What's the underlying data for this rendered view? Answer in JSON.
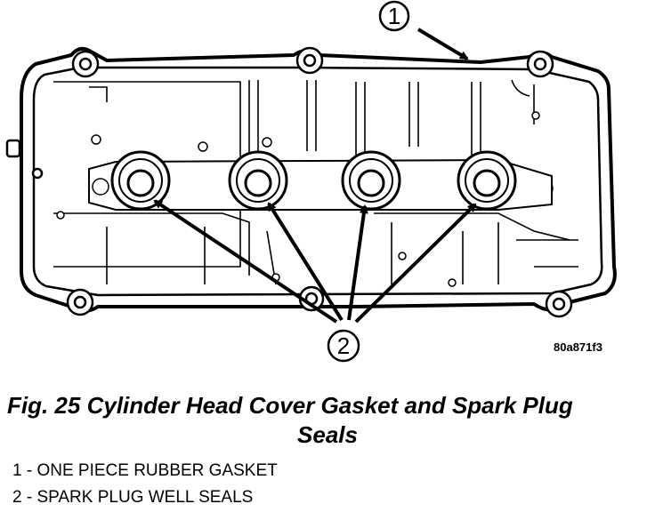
{
  "figure": {
    "callouts": [
      {
        "number": "1"
      },
      {
        "number": "2"
      }
    ],
    "reference_code": "80a871f3",
    "caption_line1": "Fig. 25 Cylinder Head Cover Gasket and Spark Plug",
    "caption_line2": "Seals",
    "legend": [
      {
        "text": "1 - ONE PIECE RUBBER GASKET"
      },
      {
        "text": "2 - SPARK PLUG WELL SEALS"
      }
    ]
  }
}
